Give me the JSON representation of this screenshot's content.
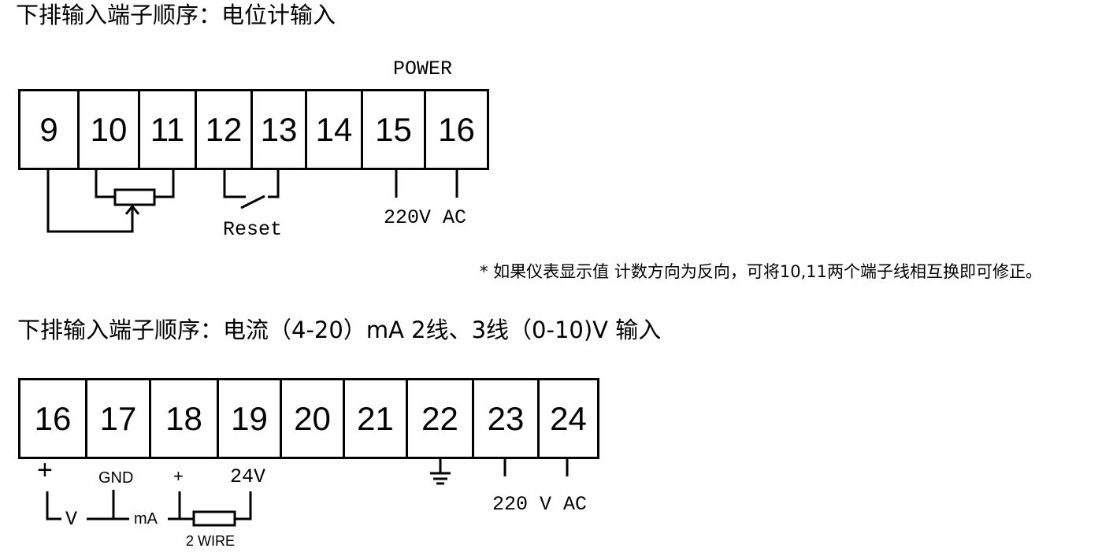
{
  "top": {
    "heading": "下排输入端子顺序：电位计输入",
    "power_label": "POWER",
    "terminals": [
      "9",
      "10",
      "11",
      "12",
      "13",
      "14",
      "15",
      "16"
    ],
    "reset_label": "Reset",
    "power_voltage": "220V AC",
    "note": "* 如果仪表显示值 计数方向为反向，可将10,11两个端子线相互换即可修正。"
  },
  "bottom": {
    "heading": "下排输入端子顺序：电流（4-20）mA 2线、3线（0-10)V 输入",
    "terminals": [
      "16",
      "17",
      "18",
      "19",
      "20",
      "21",
      "22",
      "23",
      "24"
    ],
    "plus_large": "+",
    "v_label": "V",
    "gnd_label": "GND",
    "ma_label": "mA",
    "plus_small": "+",
    "v24_label": "24V",
    "two_wire_label": "2 WIRE",
    "power_voltage": "220 V AC"
  },
  "colors": {
    "ink": "#000000",
    "background": "#ffffff"
  }
}
